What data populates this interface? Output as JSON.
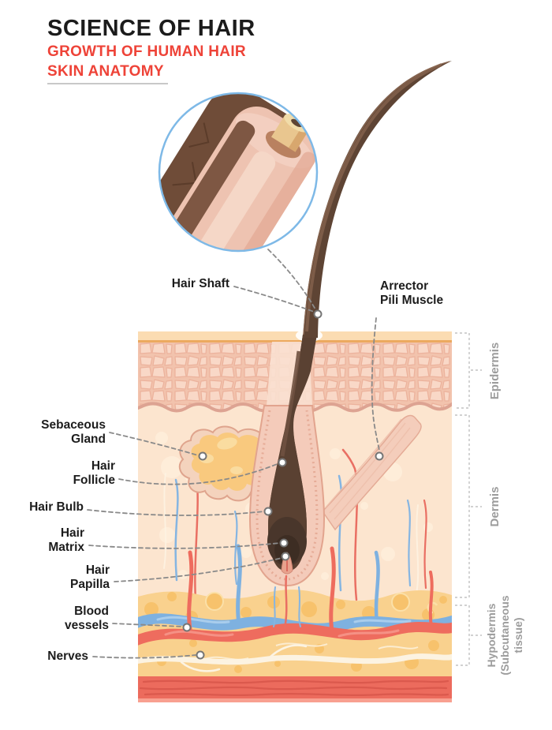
{
  "header": {
    "title": "SCIENCE OF HAIR",
    "subtitle_line1": "GROWTH OF HUMAN HAIR",
    "subtitle_line2": "SKIN ANATOMY"
  },
  "callouts": {
    "hair_shaft": "Hair Shaft",
    "arrector_pili_muscle": "Arrector\nPili Muscle",
    "sebaceous_gland": "Sebaceous\nGland",
    "hair_follicle": "Hair\nFollicle",
    "hair_bulb": "Hair Bulb",
    "hair_matrix": "Hair\nMatrix",
    "hair_papilla": "Hair\nPapilla",
    "blood_vessels": "Blood\nvessels",
    "nerves": "Nerves"
  },
  "skin_layers": {
    "epidermis": "Epidermis",
    "dermis": "Dermis",
    "hypodermis": "Hypodermis\n(Subcutaneous\ntissue)"
  },
  "colors": {
    "title_text": "#1b1b1b",
    "accent_red": "#ee4338",
    "layer_label_gray": "#9c9c9c",
    "inset_ring_blue": "#7eb9e7",
    "hair_brown": "#5e4434",
    "epidermis_pink": "#f7d1be",
    "dermis_peach": "#fce5cf",
    "hypodermis_yellow": "#f9d18e",
    "muscle_red": "#ec6b5d",
    "artery_red": "#ee6c5e",
    "vein_blue": "#7eb1e0",
    "gland_yellow": "#f9c97e"
  }
}
